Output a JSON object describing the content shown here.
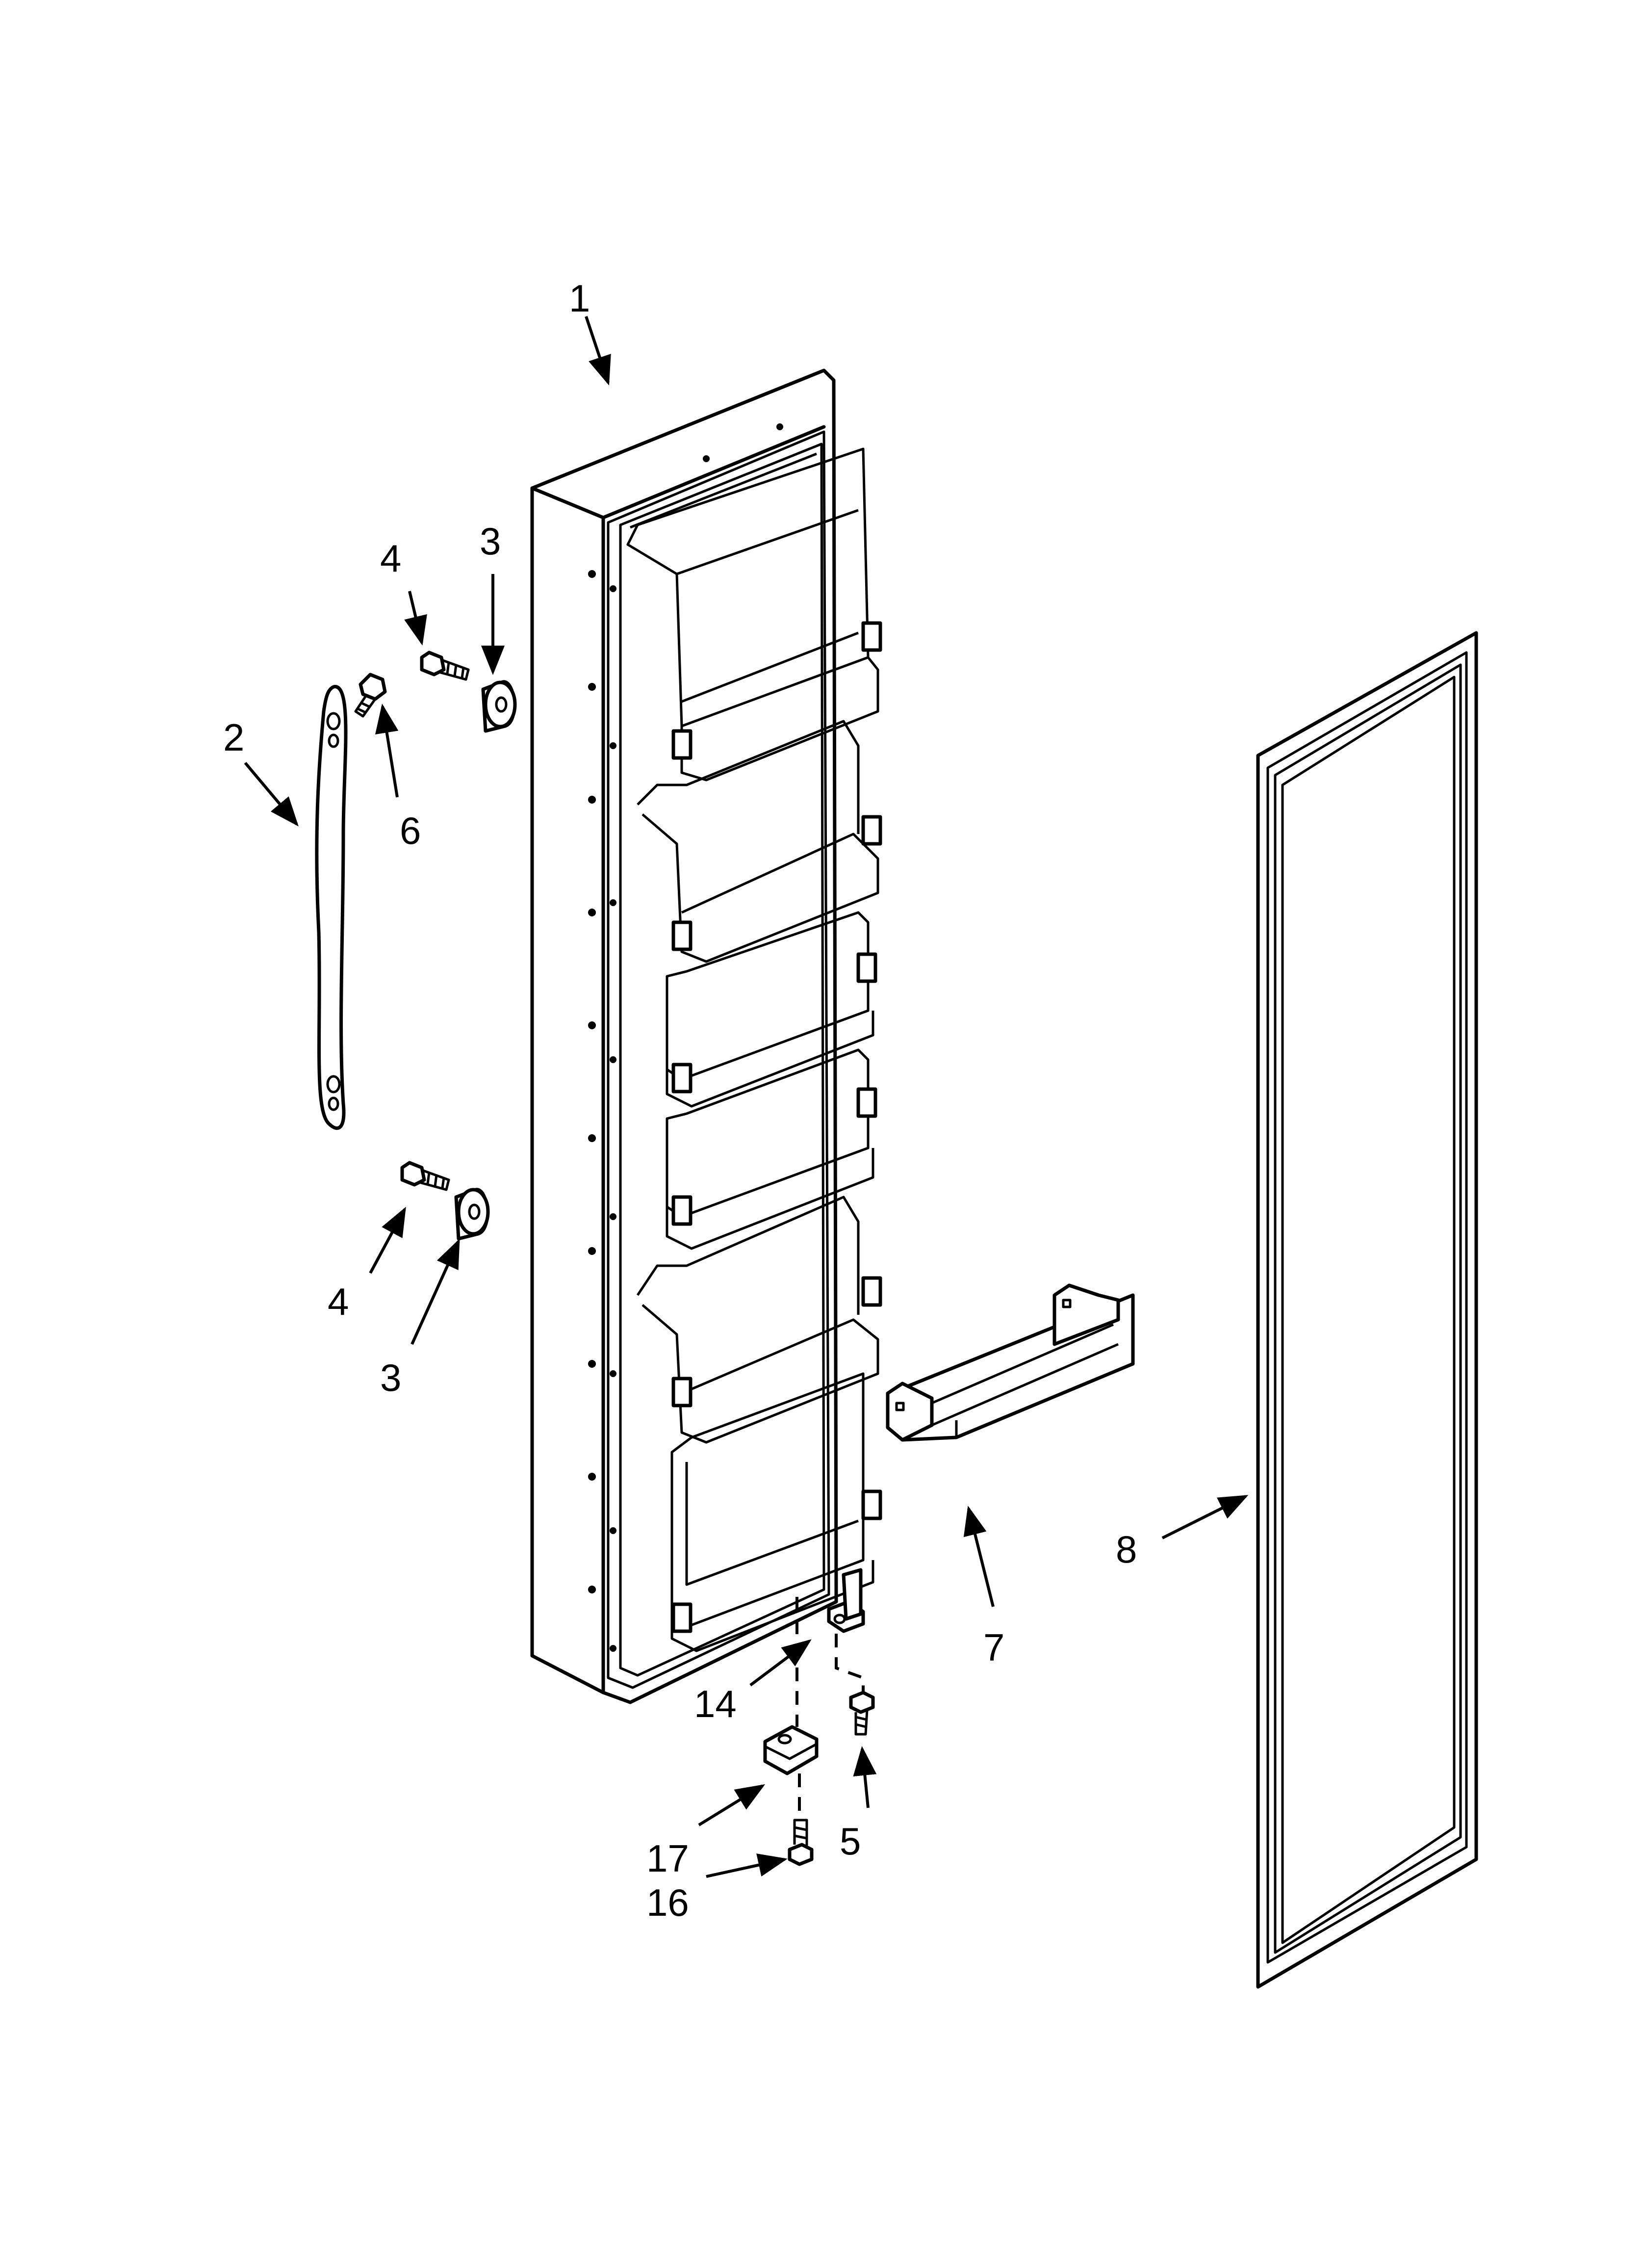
{
  "callouts": {
    "c1": "1",
    "c2": "2",
    "c3_top": "3",
    "c3_bottom": "3",
    "c4_top": "4",
    "c4_bottom": "4",
    "c5": "5",
    "c6": "6",
    "c7": "7",
    "c8": "8",
    "c14": "14",
    "c16": "16",
    "c17": "17"
  },
  "colors": {
    "line": "#000000",
    "background": "#ffffff"
  }
}
